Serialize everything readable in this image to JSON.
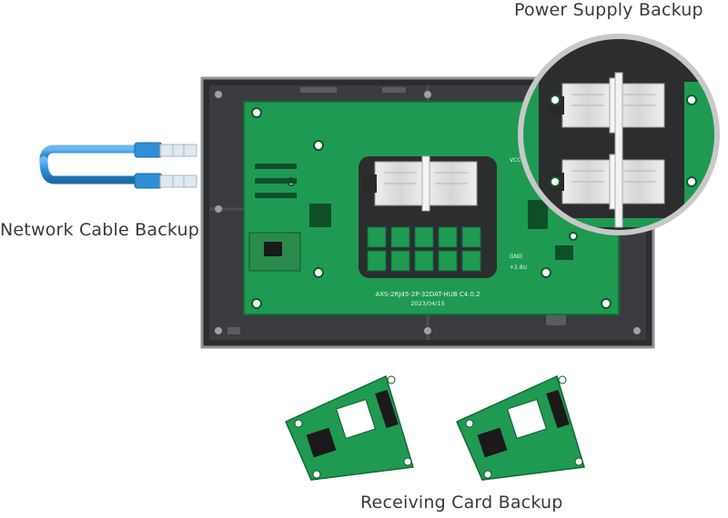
{
  "labels": {
    "power_supply": "Power Supply Backup",
    "network_cable": "Network Cable Backup",
    "receiving_card": "Receiving Card Backup"
  },
  "board": {
    "silkscreen_model": "AXS-2RJ45-2P-32DAT-HUB C4.0.2",
    "silkscreen_date": "2023/04/15",
    "pin_labels": [
      "VCC",
      "GND",
      "+2.8U"
    ]
  },
  "colors": {
    "pcb_green": "#1f9a52",
    "pcb_dark": "#16703c",
    "frame_dark": "#2b2d2f",
    "cable_blue": "#2f8fd6",
    "psu_silver": "#dcdcdc",
    "magnifier_ring": "#c8c8c8"
  }
}
